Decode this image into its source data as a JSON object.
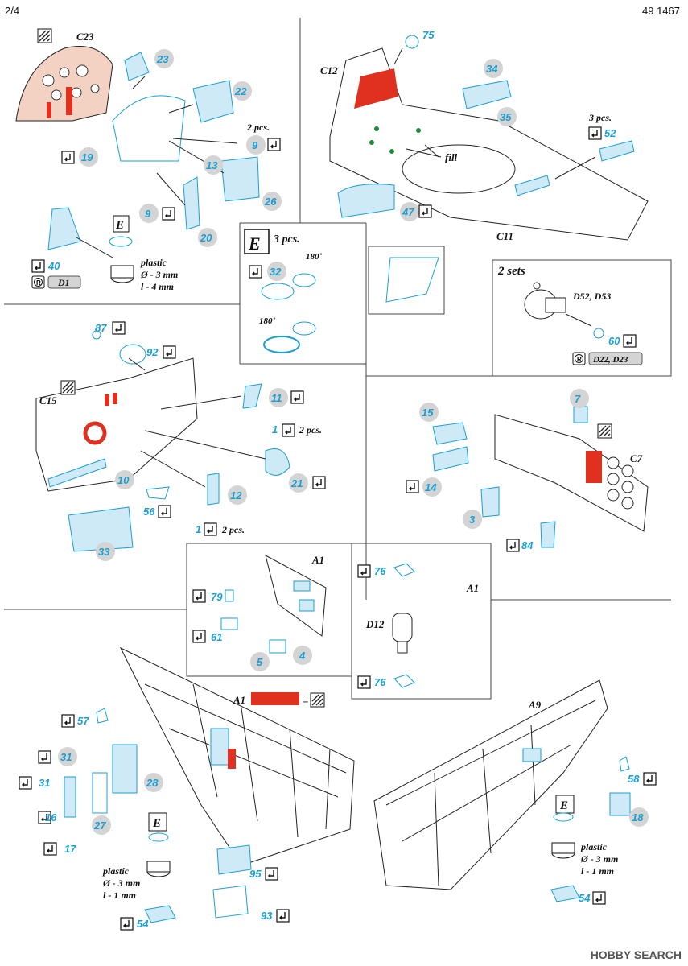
{
  "header": {
    "page": "2/4",
    "code": "49 1467"
  },
  "colors": {
    "part_blue": "#1a9fd4",
    "etch_red": "#e03020",
    "light_blue": "#cfeaf7",
    "flesh": "#f3d2c4",
    "gray_badge": "#d4d4d4"
  },
  "icons": [
    "check-box-icon",
    "etched-surface-icon",
    "resin-r-icon"
  ],
  "sections": {
    "s1": {
      "parts": [
        "C23",
        "23",
        "22",
        "2 pcs.",
        "9",
        "19",
        "13",
        "9",
        "26",
        "20",
        "40",
        "D1"
      ],
      "plastic": {
        "material": "plastic",
        "diameter": "Ø - 3 mm",
        "length": "l - 4 mm"
      },
      "E": "E"
    },
    "s2": {
      "parts": [
        "C12",
        "75",
        "34",
        "35",
        "3 pcs.",
        "52",
        "fill",
        "47",
        "C11"
      ]
    },
    "s3": {
      "title": "E",
      "count": "3 pcs.",
      "part": "32",
      "rot1": "180˚",
      "rot2": "180˚"
    },
    "s4": {
      "title": "2 sets",
      "parts": [
        "D52, D53",
        "60",
        "D22, D23"
      ]
    },
    "s5": {
      "parts": [
        "87",
        "92",
        "C15",
        "11",
        "1",
        "2 pcs.",
        "21",
        "10",
        "12",
        "56",
        "1",
        "2 pcs.",
        "33"
      ]
    },
    "s6": {
      "parts": [
        "7",
        "15",
        "C7",
        "14",
        "3",
        "84"
      ]
    },
    "s7": {
      "parts": [
        "A1",
        "79",
        "61",
        "5",
        "4"
      ]
    },
    "s8": {
      "parts": [
        "76",
        "A1",
        "D12",
        "76"
      ]
    },
    "s9": {
      "legend": "A1",
      "equals": "=",
      "parts": [
        "57",
        "31",
        "31",
        "28",
        "16",
        "27",
        "17",
        "E",
        "95",
        "93",
        "54"
      ],
      "plastic": {
        "material": "plastic",
        "diameter": "Ø - 3 mm",
        "length": "l - 1 mm"
      }
    },
    "s10": {
      "parts": [
        "A9",
        "58",
        "18",
        "E",
        "54"
      ],
      "plastic": {
        "material": "plastic",
        "diameter": "Ø - 3 mm",
        "length": "l - 1 mm"
      }
    }
  },
  "watermark": "HOBBY SEARCH"
}
